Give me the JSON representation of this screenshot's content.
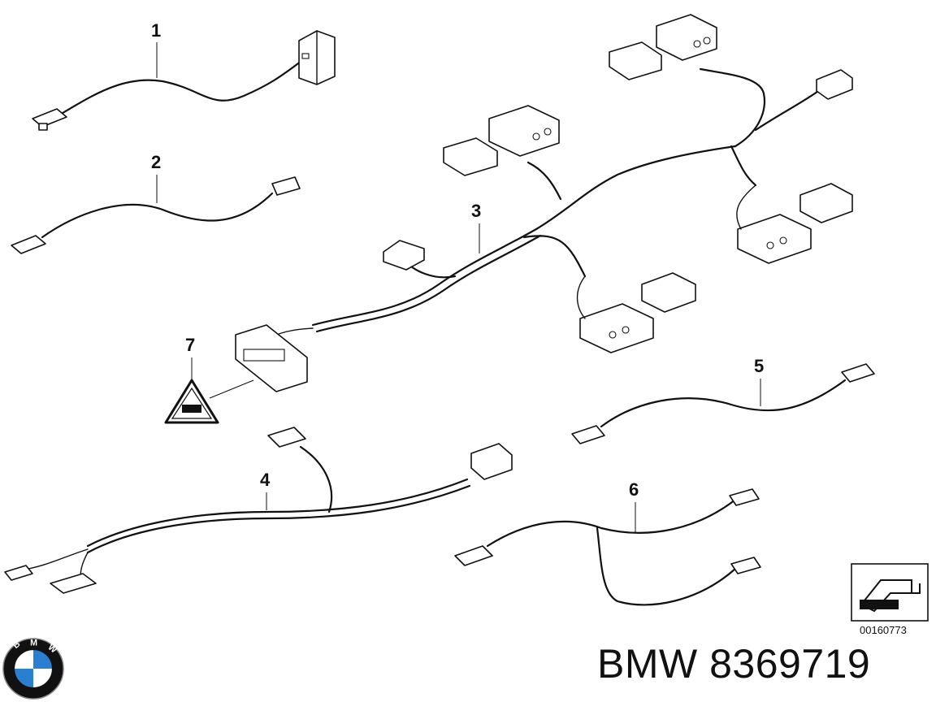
{
  "diagram": {
    "callouts": [
      {
        "id": "1",
        "label": "1"
      },
      {
        "id": "2",
        "label": "2"
      },
      {
        "id": "3",
        "label": "3"
      },
      {
        "id": "4",
        "label": "4"
      },
      {
        "id": "5",
        "label": "5"
      },
      {
        "id": "6",
        "label": "6"
      },
      {
        "id": "7",
        "label": "7"
      }
    ],
    "drawing_number": "00160773"
  },
  "footer": {
    "brand": "BMW",
    "part_title": "BMW 8369719"
  },
  "colors": {
    "line": "#111111",
    "background": "#ffffff",
    "logo_blue": "#2b7fd0"
  }
}
